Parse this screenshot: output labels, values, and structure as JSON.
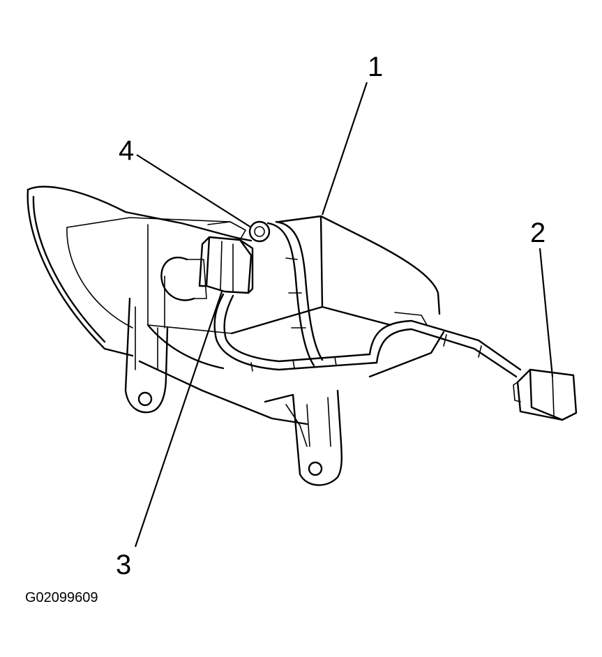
{
  "figure_id": "G02099609",
  "callouts": {
    "c1": "1",
    "c2": "2",
    "c3": "3",
    "c4": "4"
  },
  "colors": {
    "line": "#000000",
    "background": "#ffffff"
  }
}
